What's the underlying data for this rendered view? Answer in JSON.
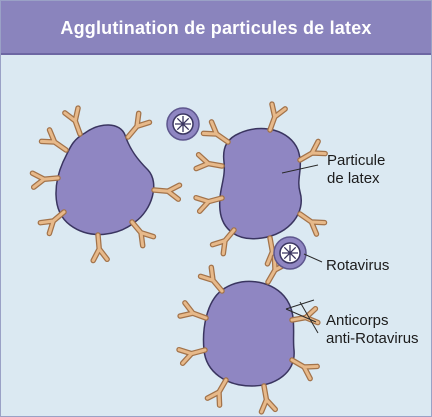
{
  "title": "Agglutination de particules de latex",
  "labels": {
    "latex_line1": "Particule",
    "latex_line2": "de latex",
    "rotavirus": "Rotavirus",
    "anticorps_line1": "Anticorps",
    "anticorps_line2": "anti-Rotavirus"
  },
  "colors": {
    "header": "#8a84bd",
    "background": "#dbe9f2",
    "particle": "#8f86c2",
    "antibody": "#e7b98a",
    "antibody_stroke": "#a3734a",
    "virus": "#8f86c2"
  }
}
